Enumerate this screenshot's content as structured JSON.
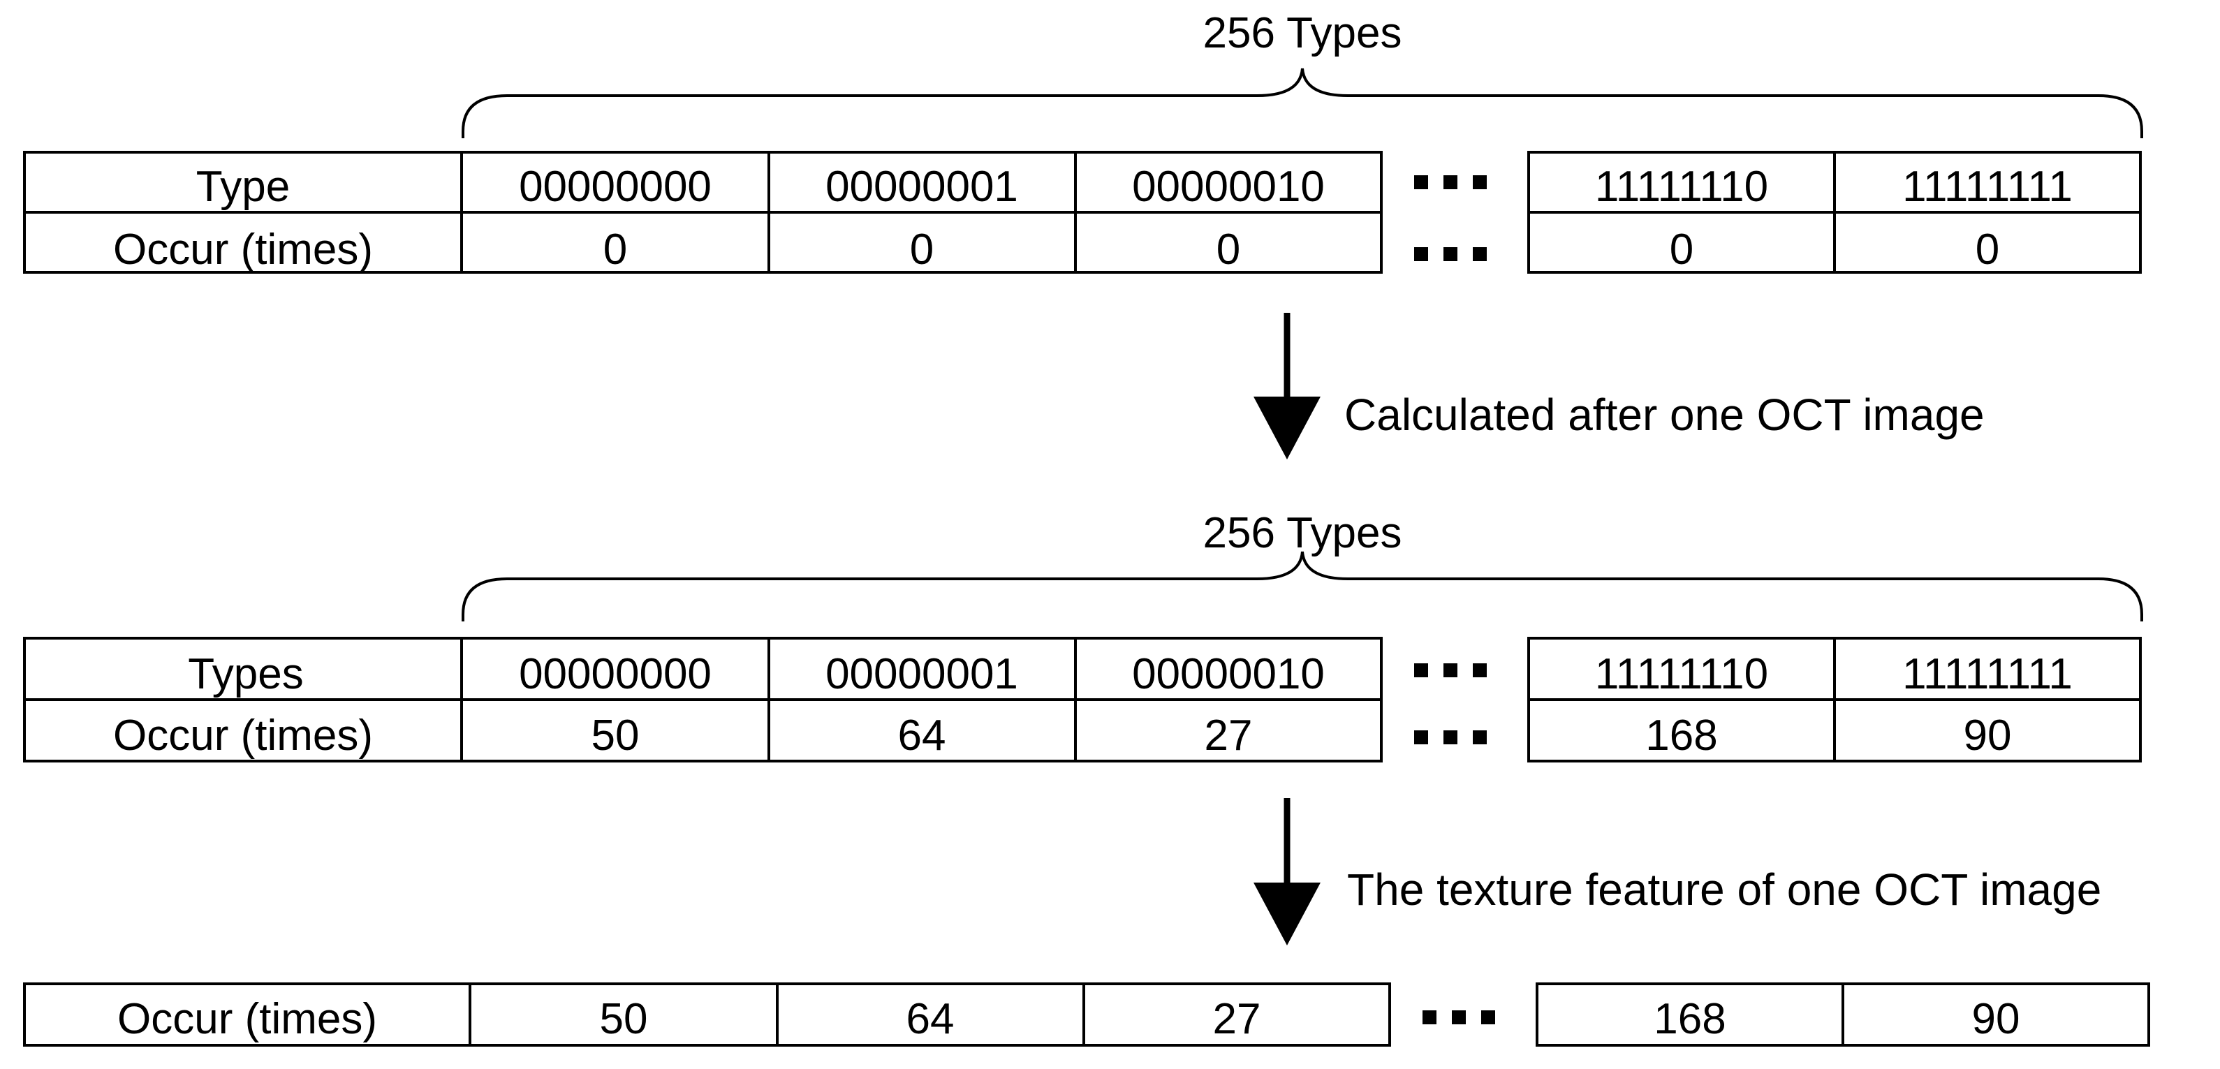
{
  "top_section": {
    "brace_label": "256 Types",
    "header_label": "Type",
    "occur_label": "Occur (times)",
    "types_left": [
      "00000000",
      "00000001",
      "00000010"
    ],
    "types_right": [
      "11111110",
      "11111111"
    ],
    "counts_left": [
      "0",
      "0",
      "0"
    ],
    "counts_right": [
      "0",
      "0"
    ]
  },
  "arrow1": {
    "label": "Calculated after one OCT image"
  },
  "middle_section": {
    "brace_label": "256 Types",
    "header_label": "Types",
    "occur_label": "Occur (times)",
    "types_left": [
      "00000000",
      "00000001",
      "00000010"
    ],
    "types_right": [
      "11111110",
      "11111111"
    ],
    "counts_left": [
      "50",
      "64",
      "27"
    ],
    "counts_right": [
      "168",
      "90"
    ]
  },
  "arrow2": {
    "label": "The texture feature of one OCT image"
  },
  "bottom_section": {
    "occur_label": "Occur (times)",
    "counts_left": [
      "50",
      "64",
      "27"
    ],
    "counts_right": [
      "168",
      "90"
    ]
  }
}
